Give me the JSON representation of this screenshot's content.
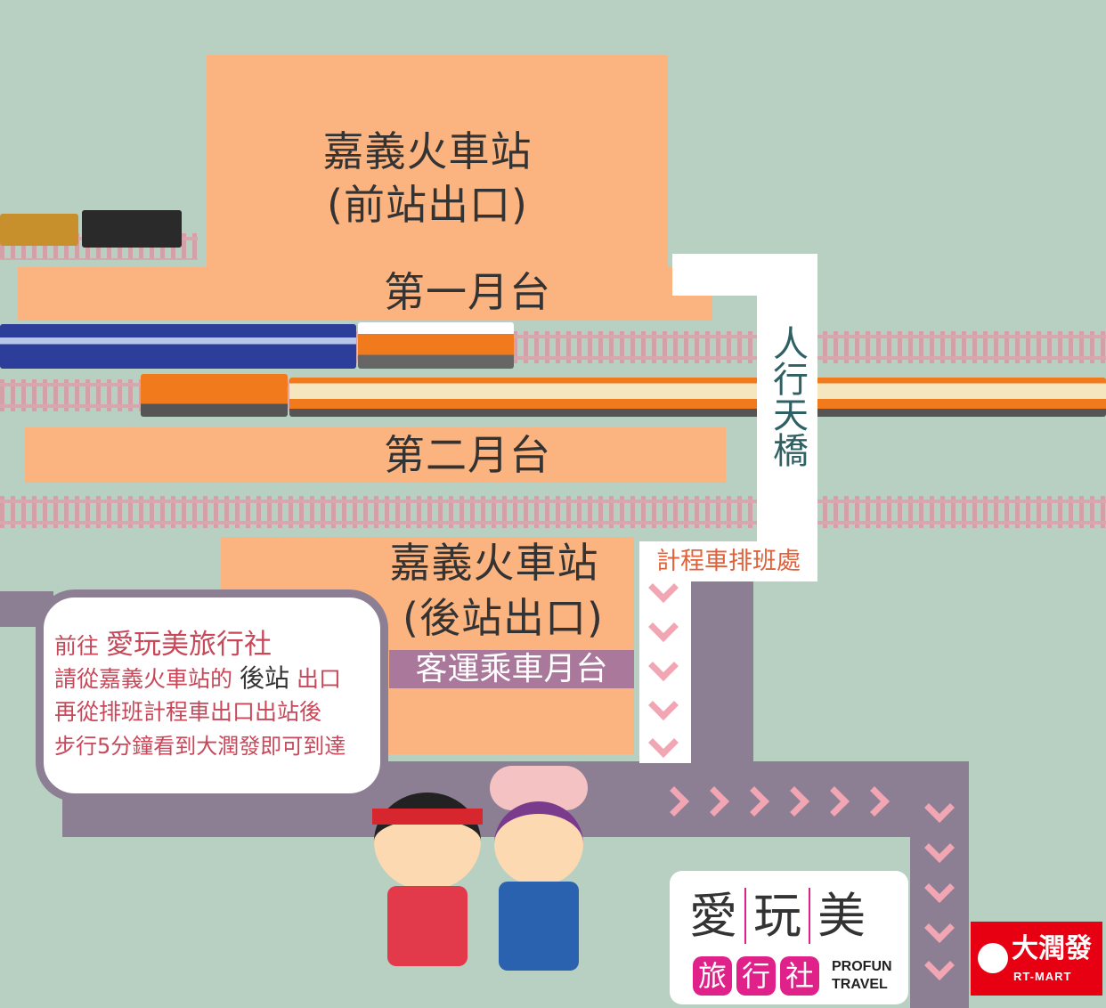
{
  "front_station": {
    "name": "嘉義火車站",
    "exit": "(前站出口)"
  },
  "platform1": "第一月台",
  "platform2": "第二月台",
  "bridge": "人行天橋",
  "taxi": "計程車排班處",
  "rear_station": {
    "name": "嘉義火車站",
    "exit": "(後站出口)"
  },
  "bus_platform": "客運乘車月台",
  "instructions": {
    "line1_prefix": "前往",
    "line1_highlight": "愛玩美旅行社",
    "line2_prefix": "請從嘉義火車站的",
    "line2_highlight": "後站",
    "line2_suffix": "出口",
    "line3": "再從排班計程車出口出站後",
    "line4": "步行5分鐘看到大潤發即可到達"
  },
  "logo": {
    "chars": [
      "愛",
      "玩",
      "美"
    ],
    "sub": [
      "旅",
      "行",
      "社"
    ],
    "en1": "PROFUN",
    "en2": "TRAVEL"
  },
  "rtmart": {
    "zh": "大潤發",
    "en": "RT-MART"
  },
  "colors": {
    "background": "#b8d0c2",
    "station": "#fbb37f",
    "path": "#8c7f93",
    "arrow": "#f2a6b4",
    "text_red": "#c8485a",
    "brand_magenta": "#e0218a",
    "rtmart_red": "#e60012"
  }
}
